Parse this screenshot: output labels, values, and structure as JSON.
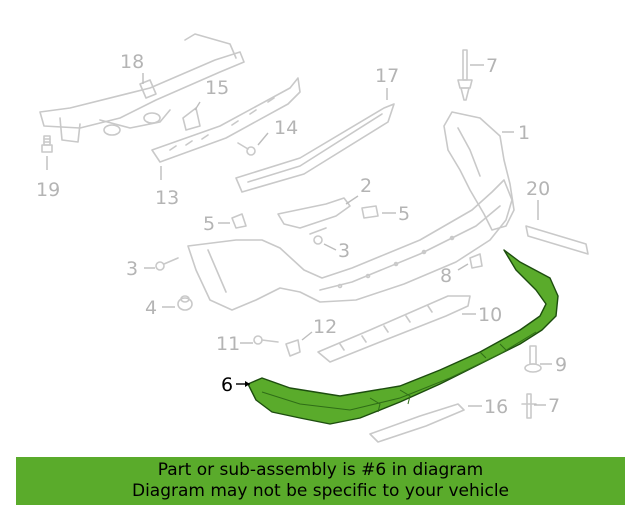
{
  "callouts": {
    "c1": "1",
    "c2": "2",
    "c3a": "3",
    "c3b": "3",
    "c4": "4",
    "c5a": "5",
    "c5b": "5",
    "c6": "6",
    "c7a": "7",
    "c7b": "7",
    "c8": "8",
    "c9": "9",
    "c10": "10",
    "c11": "11",
    "c12": "12",
    "c13": "13",
    "c14": "14",
    "c15": "15",
    "c16": "16",
    "c17": "17",
    "c18": "18",
    "c19": "19",
    "c20": "20"
  },
  "colors": {
    "highlight": "#5aab2b",
    "banner": "#5aab2b",
    "ghost": "#c9c9c9"
  },
  "banner": {
    "line1": "Part or sub-assembly is #6 in diagram",
    "line2": "Diagram may not be specific to your vehicle"
  }
}
